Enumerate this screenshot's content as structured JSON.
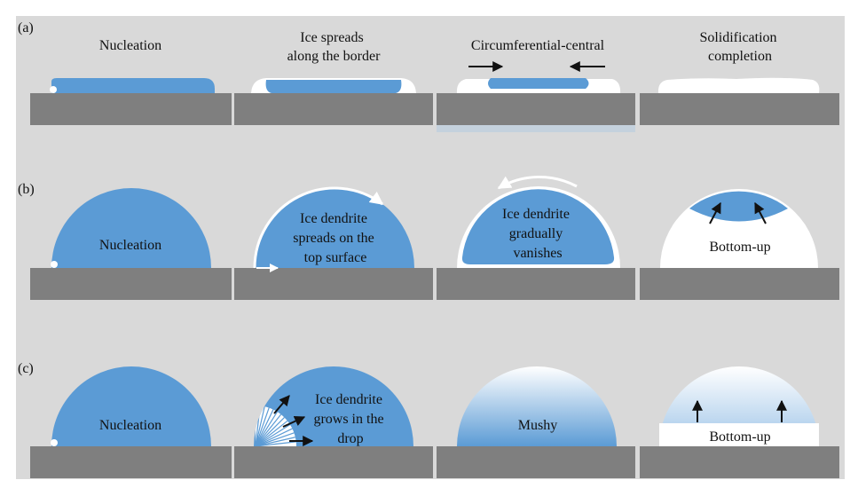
{
  "colors": {
    "background": "#d9d9d9",
    "substrate": "#7f7f7f",
    "water": "#5b9bd5",
    "ice": "#ffffff",
    "arrow": "#111111"
  },
  "rows": [
    {
      "label": "(a)",
      "panels": [
        {
          "caption_lines": [
            "Nucleation"
          ]
        },
        {
          "caption_lines": [
            "Ice spreads",
            "along the border"
          ]
        },
        {
          "caption_lines": [
            "Circumferential-central"
          ]
        },
        {
          "caption_lines": [
            "Solidification",
            "completion"
          ]
        }
      ]
    },
    {
      "label": "(b)",
      "panels": [
        {
          "caption_lines": [
            "Nucleation"
          ]
        },
        {
          "caption_lines": [
            "Ice dendrite",
            "spreads on the",
            "top surface"
          ]
        },
        {
          "caption_lines": [
            "Ice dendrite",
            "gradually",
            "vanishes"
          ]
        },
        {
          "caption_lines": [
            "Bottom-up"
          ]
        }
      ]
    },
    {
      "label": "(c)",
      "panels": [
        {
          "caption_lines": [
            "Nucleation"
          ]
        },
        {
          "caption_lines": [
            "Ice dendrite",
            "grows in the",
            "drop"
          ]
        },
        {
          "caption_lines": [
            "Mushy"
          ]
        },
        {
          "caption_lines": [
            "Bottom-up"
          ]
        }
      ]
    }
  ]
}
